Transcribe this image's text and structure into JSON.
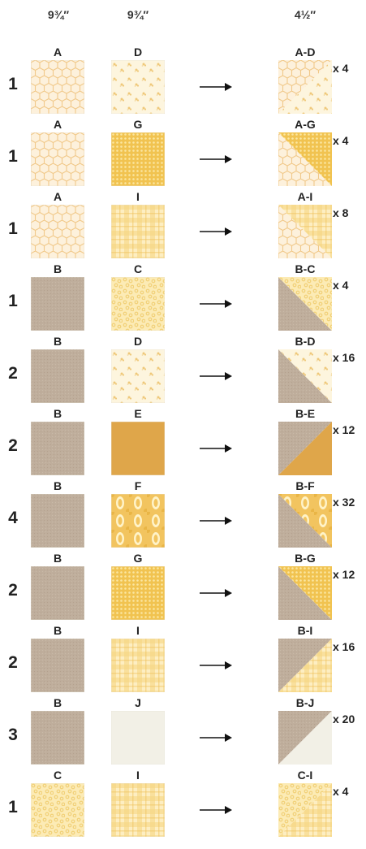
{
  "headers": [
    "9¾″",
    "9¾″",
    "4½″"
  ],
  "fabrics": {
    "A": {
      "name": "A",
      "base": "#fdf1dc",
      "pattern": "hex-outline",
      "fg": "#f1c98a"
    },
    "B": {
      "name": "B",
      "base": "#bfae9c",
      "pattern": "linen",
      "fg": "#b4a18e"
    },
    "C": {
      "name": "C",
      "base": "#fcebb5",
      "pattern": "floral-dense",
      "fg": "#f2d27a"
    },
    "D": {
      "name": "D",
      "base": "#fdf5de",
      "pattern": "floral-sparse",
      "fg": "#efc879"
    },
    "E": {
      "name": "E",
      "base": "#dfa64a",
      "pattern": "solid",
      "fg": "#dfa64a"
    },
    "F": {
      "name": "F",
      "base": "#f2c45f",
      "pattern": "bold-floral",
      "fg": "#fff3c8"
    },
    "G": {
      "name": "G",
      "base": "#f1c350",
      "pattern": "tiny-dot",
      "fg": "#fbe6a0"
    },
    "I": {
      "name": "I",
      "base": "#fdeec2",
      "pattern": "plaid",
      "fg": "#f6d47f"
    },
    "J": {
      "name": "J",
      "base": "#f2f0e6",
      "pattern": "solid",
      "fg": "#f2f0e6"
    }
  },
  "rows": [
    {
      "count": "1",
      "left": "A",
      "right": "D",
      "result": "A-D",
      "multiplier": "x 4"
    },
    {
      "count": "1",
      "left": "A",
      "right": "G",
      "result": "A-G",
      "multiplier": "x 4"
    },
    {
      "count": "1",
      "left": "A",
      "right": "I",
      "result": "A-I",
      "multiplier": "x 8"
    },
    {
      "count": "1",
      "left": "B",
      "right": "C",
      "result": "B-C",
      "multiplier": "x 4"
    },
    {
      "count": "2",
      "left": "B",
      "right": "D",
      "result": "B-D",
      "multiplier": "x 16"
    },
    {
      "count": "2",
      "left": "B",
      "right": "E",
      "result": "B-E",
      "multiplier": "x 12"
    },
    {
      "count": "4",
      "left": "B",
      "right": "F",
      "result": "B-F",
      "multiplier": "x 32"
    },
    {
      "count": "2",
      "left": "B",
      "right": "G",
      "result": "B-G",
      "multiplier": "x 12"
    },
    {
      "count": "2",
      "left": "B",
      "right": "I",
      "result": "B-I",
      "multiplier": "x 16"
    },
    {
      "count": "3",
      "left": "B",
      "right": "J",
      "result": "B-J",
      "multiplier": "x 20"
    },
    {
      "count": "1",
      "left": "C",
      "right": "I",
      "result": "C-I",
      "multiplier": "x 4"
    }
  ]
}
